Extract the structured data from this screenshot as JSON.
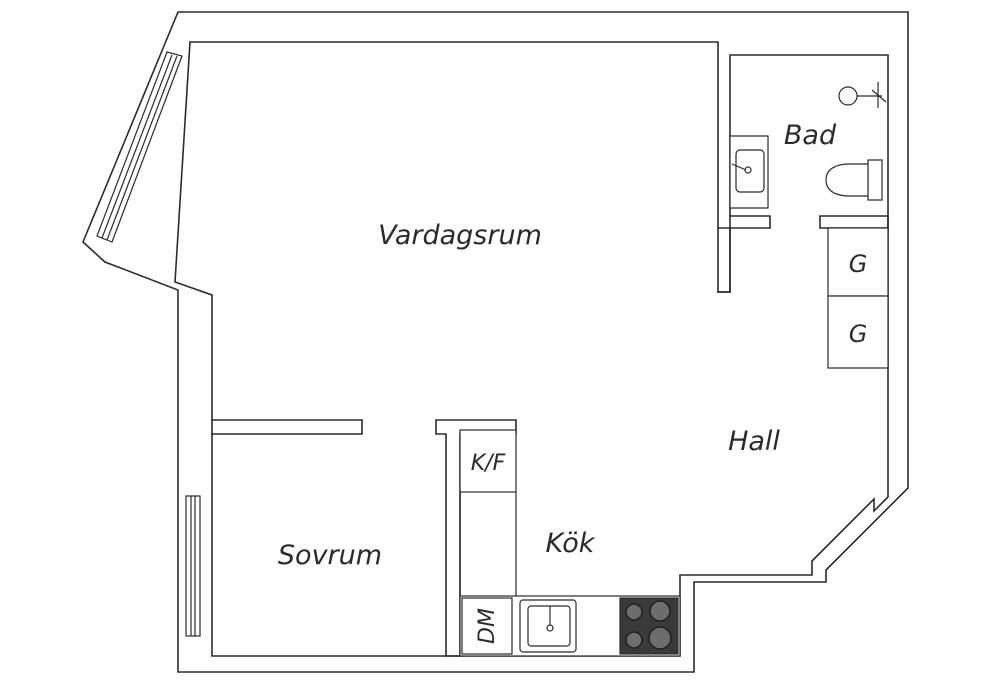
{
  "rooms": {
    "living": "Vardagsrum",
    "bath": "Bad",
    "hall": "Hall",
    "kitchen": "Kök",
    "bedroom": "Sovrum"
  },
  "fixtures": {
    "wardrobe_top": "G",
    "wardrobe_bottom": "G",
    "fridge_freezer": "K/F",
    "dishwasher": "DM"
  },
  "colors": {
    "line": "#2b2b2b",
    "stove": "#3a3a3a",
    "background": "#ffffff"
  }
}
